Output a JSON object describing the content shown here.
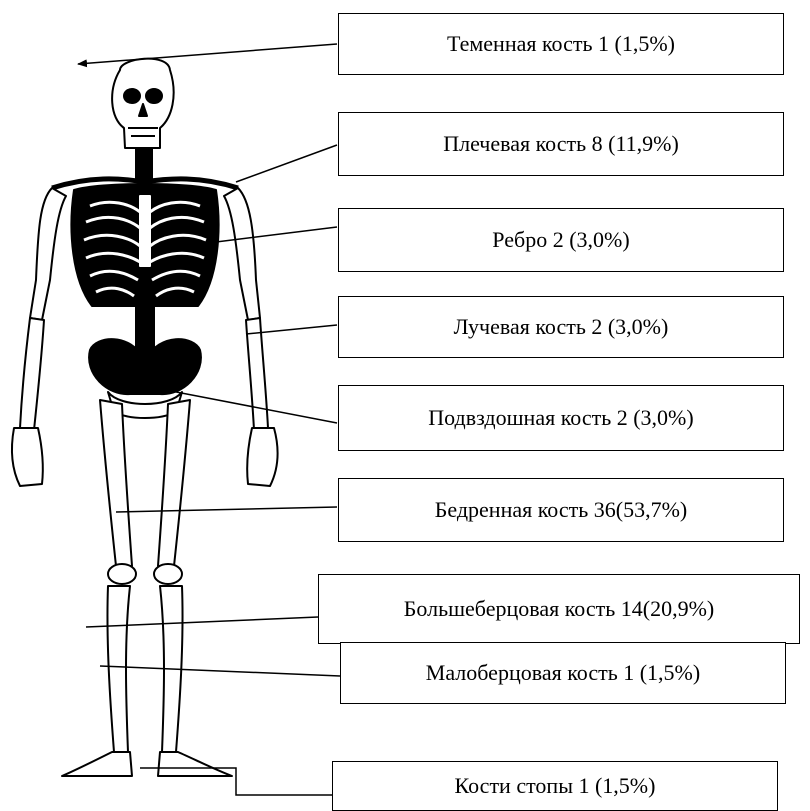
{
  "diagram": {
    "labels": [
      {
        "id": "parietal",
        "text": "Теменная кость 1 (1,5%)"
      },
      {
        "id": "humerus",
        "text": "Плечевая кость 8 (11,9%)"
      },
      {
        "id": "rib",
        "text": "Ребро 2 (3,0%)"
      },
      {
        "id": "radius",
        "text": "Лучевая кость 2 (3,0%)"
      },
      {
        "id": "ilium",
        "text": "Подвздошная кость 2 (3,0%)"
      },
      {
        "id": "femur",
        "text": "Бедренная кость 36(53,7%)"
      },
      {
        "id": "tibia",
        "text": "Большеберцовая кость 14(20,9%)"
      },
      {
        "id": "fibula",
        "text": "Малоберцовая кость 1 (1,5%)"
      },
      {
        "id": "foot",
        "text": "Кости стопы 1  (1,5%)"
      }
    ],
    "colors": {
      "ink": "#000000",
      "bone": "#ffffff",
      "background": "#ffffff"
    },
    "image": "human-skeleton-front-view"
  }
}
